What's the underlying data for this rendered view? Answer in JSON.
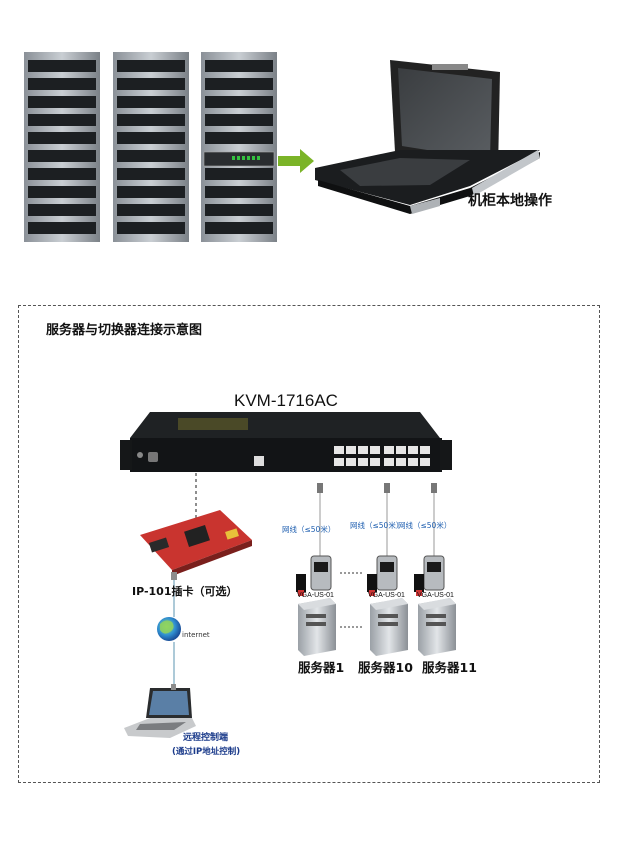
{
  "top_section": {
    "local_operation_label": "机柜本地操作"
  },
  "diagram": {
    "title": "服务器与切换器连接示意图",
    "kvm_model": "KVM-1716AC",
    "ip_card_label": "IP-101插卡（可选）",
    "internet_label": "internet",
    "remote_label": "远程控制端",
    "remote_sublabel": "(通过IP地址控制)",
    "network_labels": [
      "网线（≤50米）",
      "网线（≤50米）",
      "网线（≤50米）"
    ],
    "vga_labels": [
      "VGA-US-01",
      "VGA-US-01",
      "VGA-US-01"
    ],
    "servers": [
      "服务器1",
      "服务器10",
      "服务器11"
    ]
  }
}
